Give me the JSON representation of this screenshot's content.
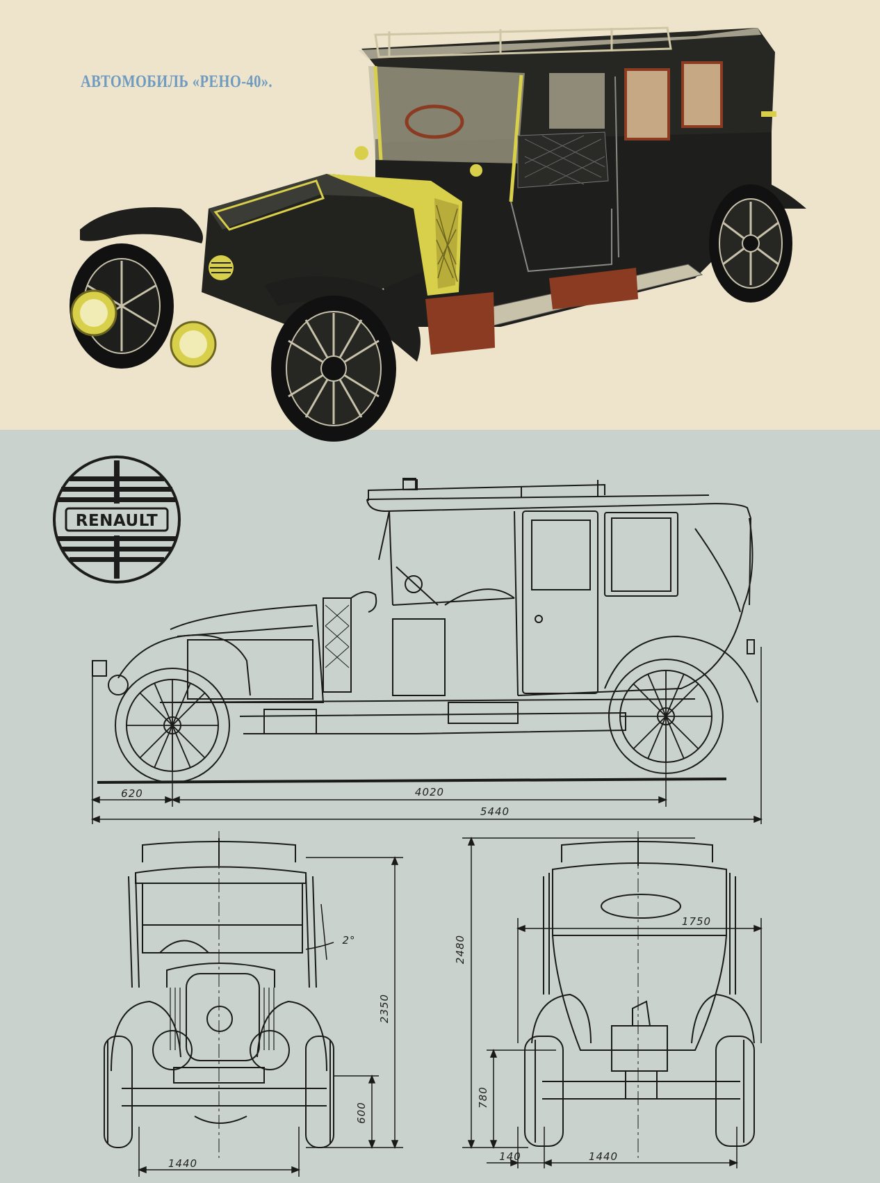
{
  "title": "АВТОМОБИЛЬ «РЕНО-40».",
  "logo": {
    "text": "RENAULT"
  },
  "side_view": {
    "dimensions": {
      "front_overhang": "620",
      "wheelbase": "4020",
      "overall_length": "5440"
    }
  },
  "front_view": {
    "dimensions": {
      "height": "2350",
      "ground_clearance": "600",
      "track": "1440",
      "angle": "2°"
    }
  },
  "rear_view": {
    "dimensions": {
      "height": "2480",
      "body_width": "1750",
      "axle_height": "780",
      "offset": "140",
      "track": "1440"
    }
  },
  "colors": {
    "top_background": "#eee4cb",
    "bottom_background": "#c9d2cc",
    "title": "#6f9bc0",
    "car_body": "#1e1f1c",
    "brass": "#d8cf4a",
    "trunk": "#8a3b22",
    "line": "#1a1a1a"
  }
}
